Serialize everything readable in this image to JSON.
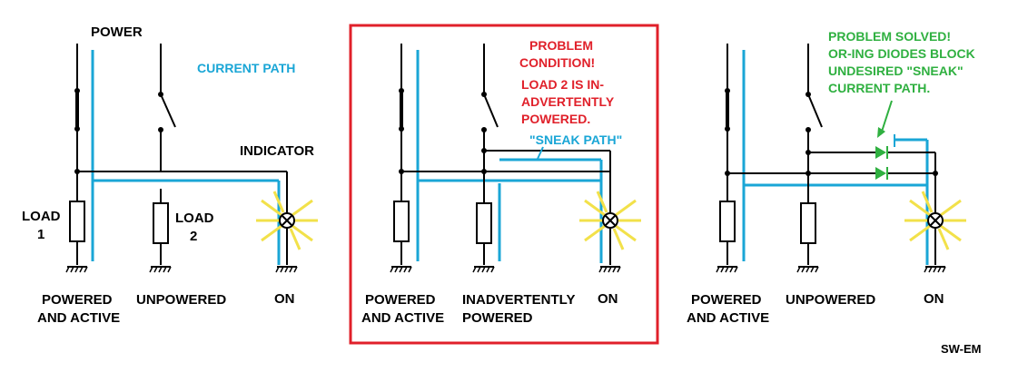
{
  "panel1": {
    "power_label": "POWER",
    "current_path_label": "CURRENT PATH",
    "indicator_label": "INDICATOR",
    "load1_label": [
      "LOAD",
      "1"
    ],
    "load2_label": [
      "LOAD",
      "2"
    ],
    "state1": [
      "POWERED",
      "AND ACTIVE"
    ],
    "state2": "UNPOWERED",
    "state3": "ON"
  },
  "panel2": {
    "problem_title": [
      "PROBLEM",
      "CONDITION!"
    ],
    "problem_desc": [
      "LOAD 2 IS IN-",
      "ADVERTENTLY",
      "POWERED."
    ],
    "sneak_label": "\"SNEAK PATH\"",
    "state1": [
      "POWERED",
      "AND ACTIVE"
    ],
    "state2": [
      "INADVERTENTLY",
      "POWERED"
    ],
    "state3": "ON"
  },
  "panel3": {
    "solved_text": [
      "PROBLEM SOLVED!",
      "OR-ING DIODES BLOCK",
      "UNDESIRED  \"SNEAK\"",
      "CURRENT PATH."
    ],
    "state1": [
      "POWERED",
      "AND ACTIVE"
    ],
    "state2": "UNPOWERED",
    "state3": "ON"
  },
  "credit": "SW-EM",
  "colors": {
    "wire": "#000000",
    "current_path": "#1aa6d6",
    "problem": "#e0202a",
    "solved": "#2fb040",
    "lamp_glow": "#f2e14a"
  }
}
